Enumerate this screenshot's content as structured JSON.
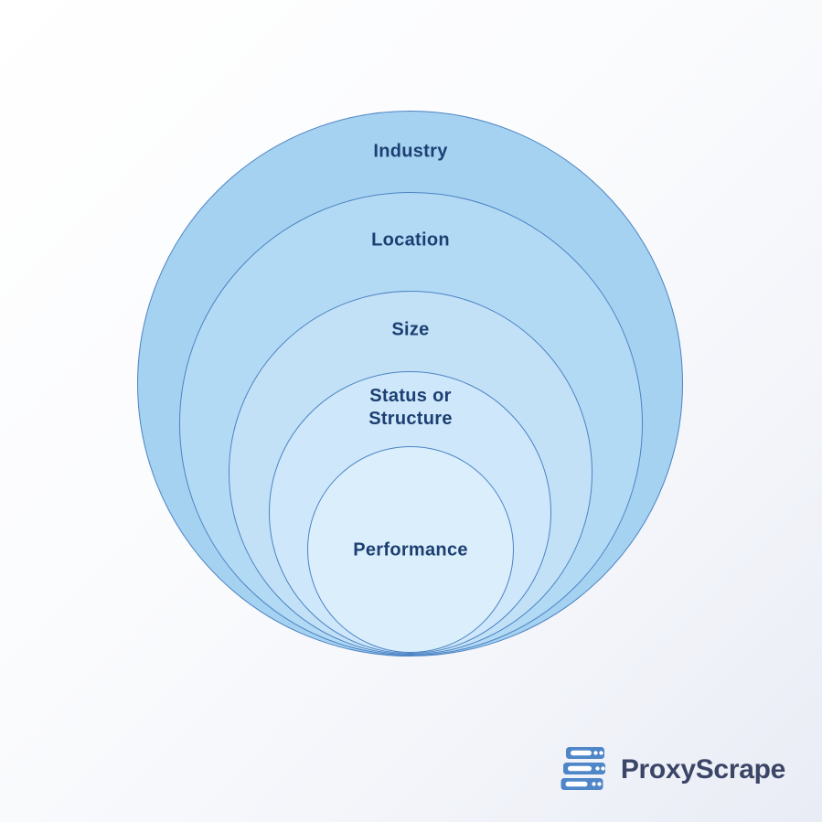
{
  "diagram": {
    "type": "nested-circles",
    "title_visible": false,
    "rings": [
      {
        "label": "Industry",
        "fill": "#a6d2f1"
      },
      {
        "label": "Location",
        "fill": "#b3daf4"
      },
      {
        "label": "Size",
        "fill": "#c2e1f7"
      },
      {
        "label": "Status or Structure",
        "fill": "#cee7fa"
      },
      {
        "label": "Performance",
        "fill": "#dbeefc"
      }
    ],
    "ring_stroke_color": "#4c83c4",
    "label_color": "#1c3f72"
  },
  "branding": {
    "logo_text": "ProxyScrape",
    "logo_text_color": "#3b4566",
    "logo_icon": "server-stack-icon",
    "logo_icon_color": "#4e86c8"
  },
  "background": {
    "gradient_start": "#ffffff",
    "gradient_end": "#e9ecf5"
  }
}
